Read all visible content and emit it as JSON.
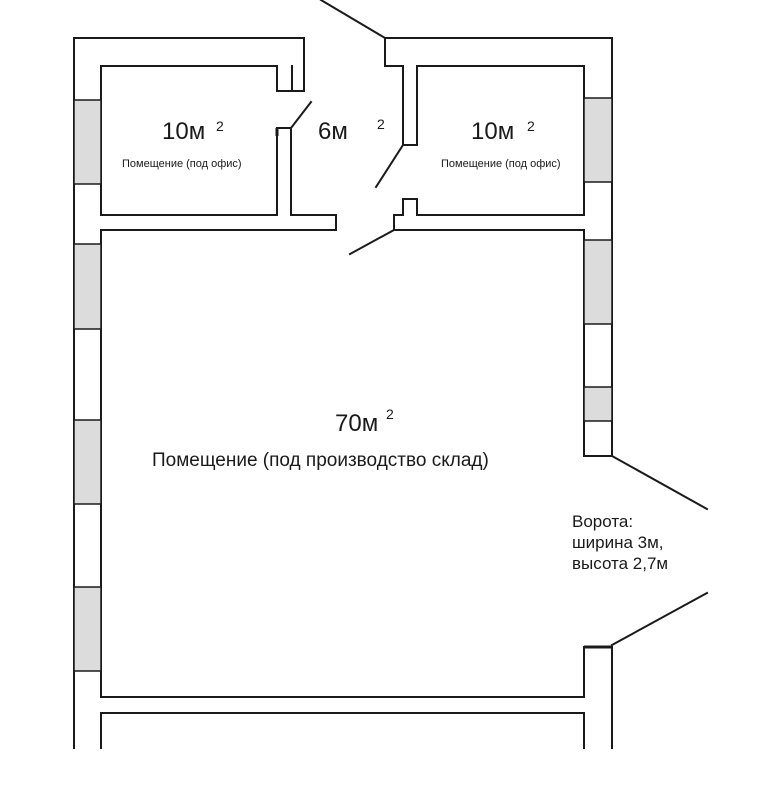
{
  "colors": {
    "wall": "#1a1a1a",
    "window_fill": "#dcdcdc",
    "background": "#ffffff"
  },
  "rooms": {
    "office_left": {
      "area": "10м",
      "sup": "2",
      "desc": "Помещение (под офис)"
    },
    "hall": {
      "area": "6м",
      "sup": "2"
    },
    "office_right": {
      "area": "10м",
      "sup": "2",
      "desc": "Помещение (под офис)"
    },
    "main": {
      "area": "70м",
      "sup": "2",
      "desc": "Помещение (под производство склад)"
    }
  },
  "gate": {
    "line1": "Ворота:",
    "line2": "ширина 3м,",
    "line3": "высота 2,7м"
  }
}
